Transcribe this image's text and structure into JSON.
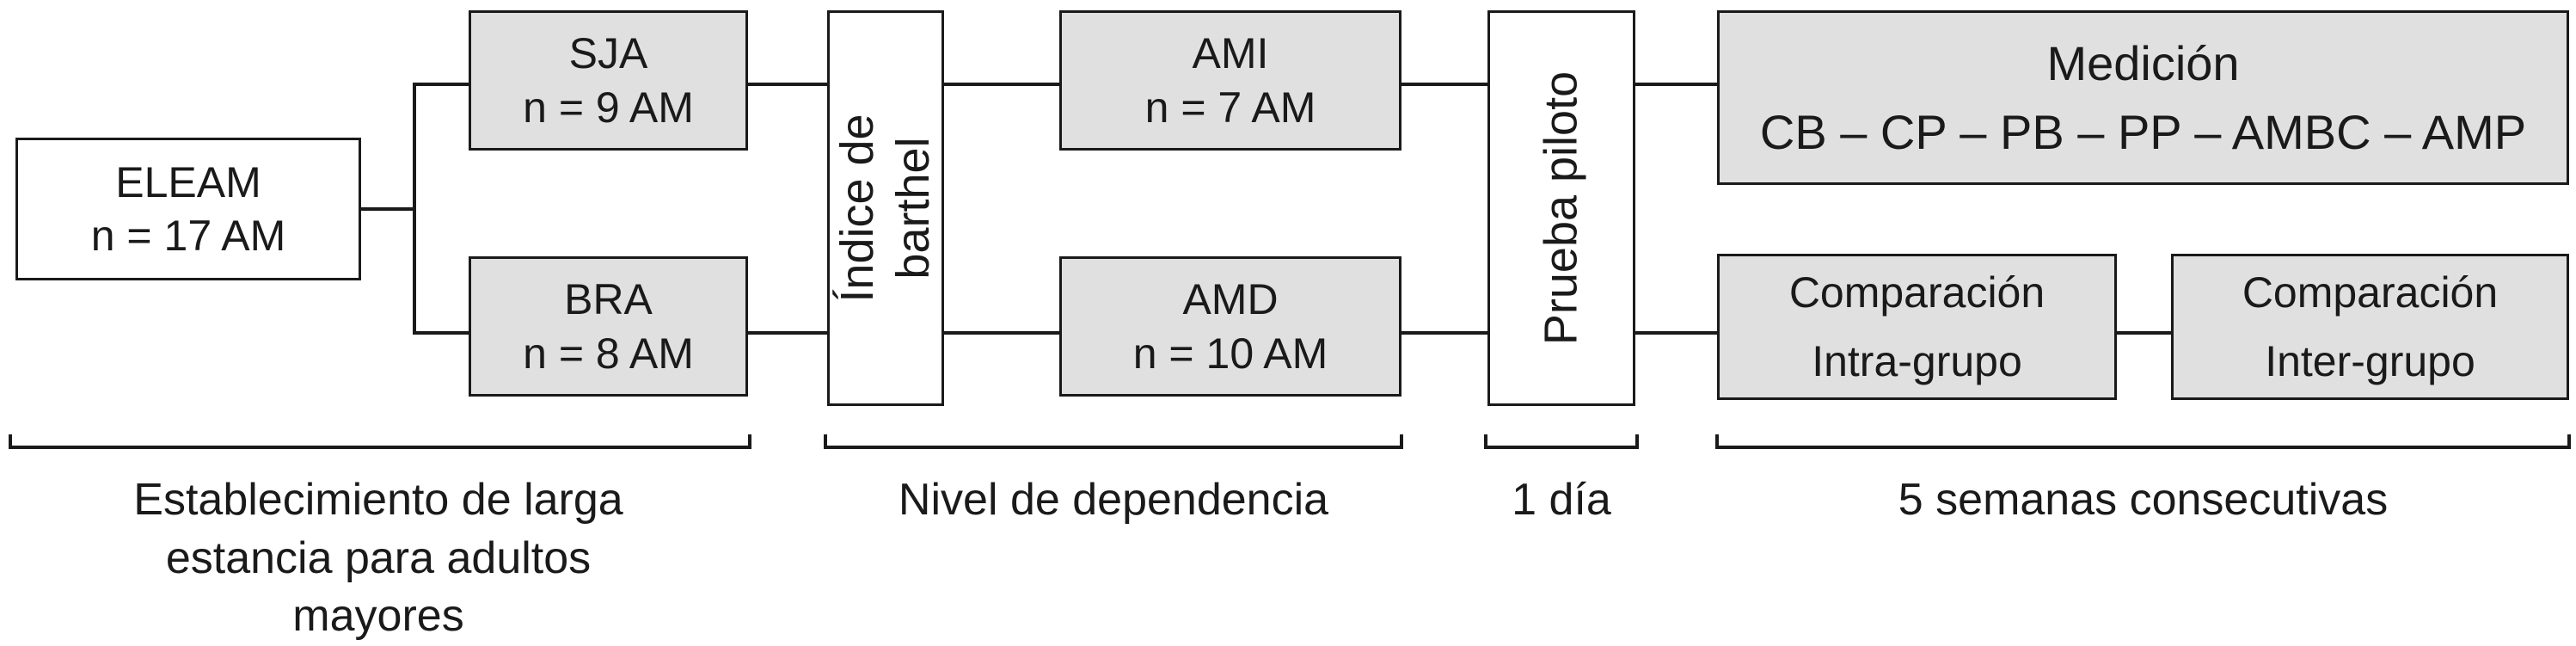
{
  "boxes": {
    "eleam": {
      "line1": "ELEAM",
      "line2": "n = 17 AM"
    },
    "sja": {
      "line1": "SJA",
      "line2": "n = 9 AM"
    },
    "bra": {
      "line1": "BRA",
      "line2": "n = 8 AM"
    },
    "barthel": {
      "line1": "Índice de",
      "line2": "barthel"
    },
    "ami": {
      "line1": "AMI",
      "line2": "n = 7 AM"
    },
    "amd": {
      "line1": "AMD",
      "line2": "n = 10 AM"
    },
    "piloto": {
      "line1": "Prueba piloto"
    },
    "medicion": {
      "line1": "Medición",
      "line2": "CB – CP – PB – PP – AMBC – AMP"
    },
    "intra": {
      "line1": "Comparación",
      "line2": "Intra-grupo"
    },
    "inter": {
      "line1": "Comparación",
      "line2": "Inter-grupo"
    }
  },
  "phases": {
    "establecimiento": {
      "line1": "Establecimiento de larga",
      "line2": "estancia para adultos",
      "line3": "mayores"
    },
    "dependencia": "Nivel de dependencia",
    "un_dia": "1 día",
    "semanas": "5 semanas consecutivas"
  }
}
